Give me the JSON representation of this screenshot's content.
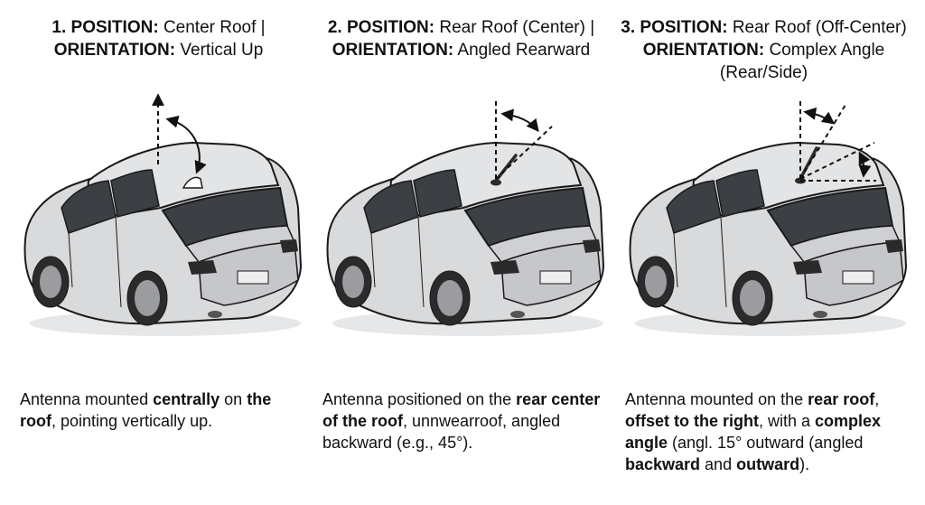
{
  "panels": [
    {
      "heading": {
        "line1": {
          "num": "1.",
          "pos_label": "POSITION:",
          "pos_value": "Center Roof |"
        },
        "line2": {
          "orient_label": "ORIENTATION:",
          "orient_value": "Vertical Up"
        }
      },
      "description": {
        "t1": "Antenna mounted ",
        "b1": "centrally",
        "t2": " on ",
        "b2": "the roof",
        "t3": ", pointing vertically up."
      }
    },
    {
      "heading": {
        "line1": {
          "num": "2.",
          "pos_label": "POSITION:",
          "pos_value": "Rear Roof (Center) |"
        },
        "line2": {
          "orient_label": "ORIENTATION:",
          "orient_value": "Angled Rearward"
        }
      },
      "description": {
        "t1": "Antenna positioned on the ",
        "b1": "rear center of the roof",
        "t2": ", unnwearroof, angled backward (e.g., 45°)."
      }
    },
    {
      "heading": {
        "line1": {
          "num": "3.",
          "pos_label": "POSITION:",
          "pos_value": "Rear Roof (Off-Center)"
        },
        "line2": {
          "orient_label": "ORIENTATION:",
          "orient_value": "Complex Angle"
        },
        "line3": "(Rear/Side)"
      },
      "description": {
        "t1": "Antenna mounted on the ",
        "b1": "rear roof",
        "t2": ", ",
        "b2": "offset to the right",
        "t3": ", with a ",
        "b3": "complex angle",
        "t4": " (angl. 15°  outward (angled ",
        "b4": "backward",
        "t5": " and ",
        "b5": "outward",
        "t6": ")."
      }
    }
  ],
  "colors": {
    "car_body": "#d9dadc",
    "car_shadow": "#b7b9bc",
    "glass": "#3c3f43",
    "outline": "#1a1a1a",
    "guide_line": "#111111"
  }
}
